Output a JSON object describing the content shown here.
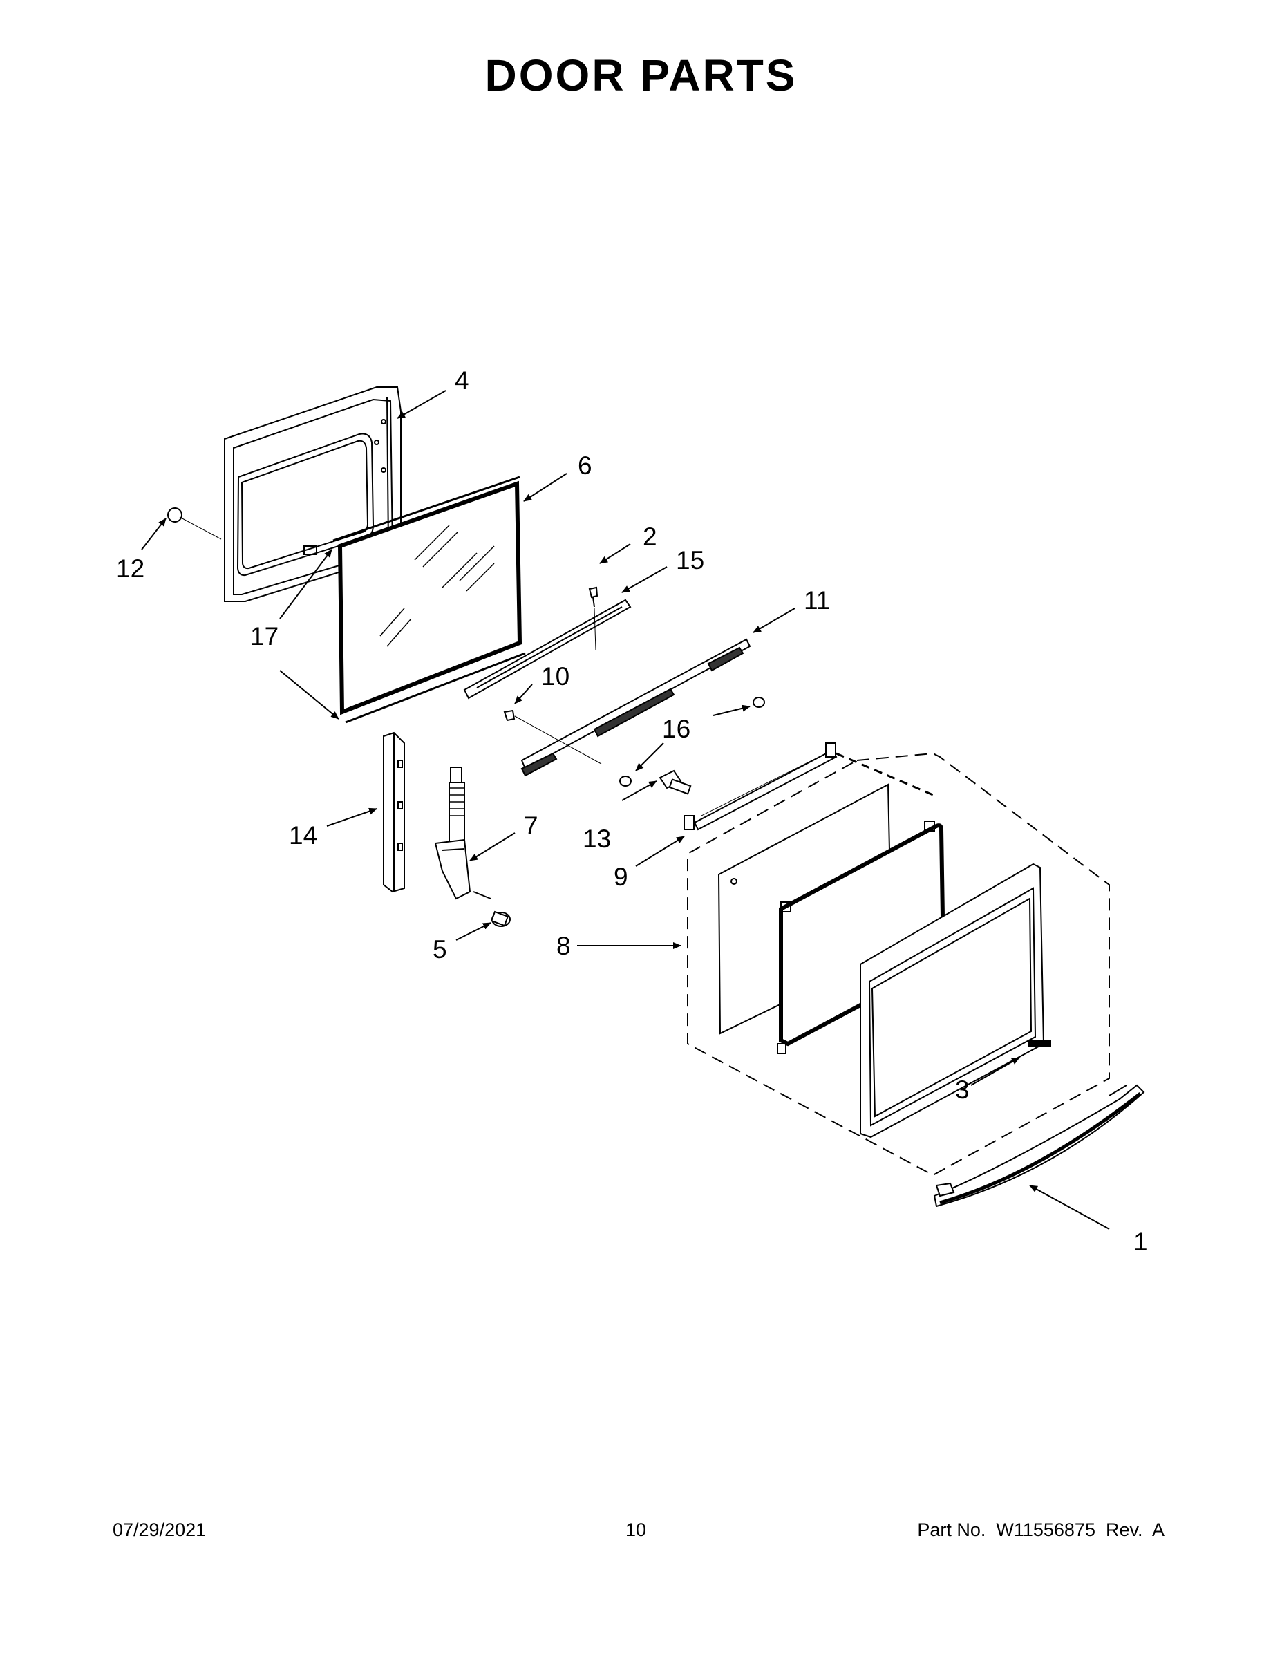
{
  "title": "DOOR PARTS",
  "callouts": {
    "c1": "1",
    "c2": "2",
    "c3": "3",
    "c4": "4",
    "c5": "5",
    "c6": "6",
    "c7": "7",
    "c8": "8",
    "c9": "9",
    "c10": "10",
    "c11": "11",
    "c12": "12",
    "c13": "13",
    "c14": "14",
    "c15": "15",
    "c16": "16",
    "c17": "17"
  },
  "footer": {
    "date": "07/29/2021",
    "page": "10",
    "part_no": "Part No.  W11556875  Rev.  A"
  }
}
